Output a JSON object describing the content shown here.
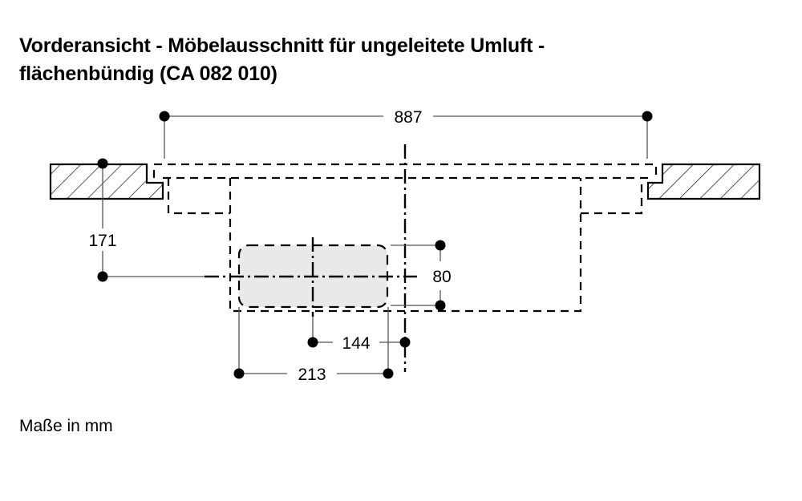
{
  "title": {
    "line1": "Vorderansicht - Möbelausschnitt für ungeleitete Umluft -",
    "line2": "flächenbündig (CA 082 010)"
  },
  "units_note": "Maße in mm",
  "dimensions": {
    "overall_width": "887",
    "depth_to_center": "171",
    "opening_height": "80",
    "center_offset": "144",
    "opening_width": "213"
  },
  "colors": {
    "line": "#000000",
    "opening_fill": "#e9e9e9",
    "dim_line": "#555555"
  }
}
